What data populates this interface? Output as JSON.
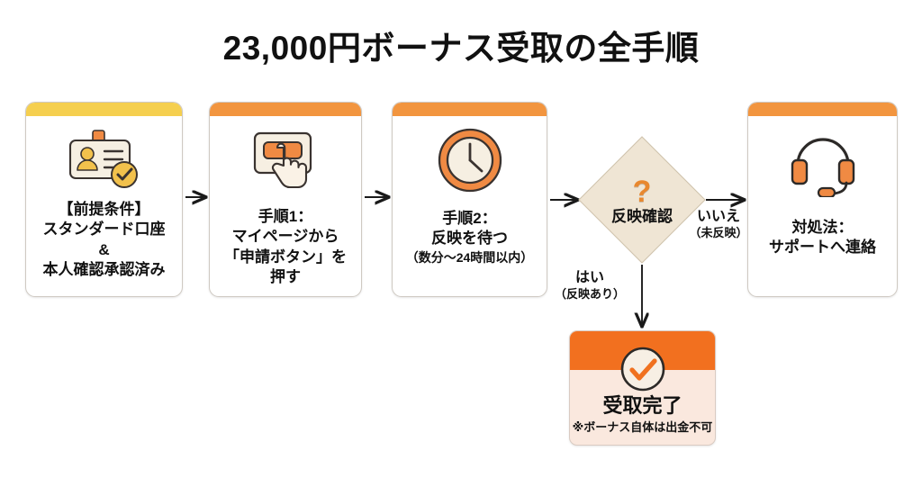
{
  "title": "23,000円ボーナス受取の全手順",
  "colors": {
    "accent_orange": "#f2953f",
    "accent_orange_strong": "#f2701f",
    "accent_yellow": "#f5cf4f",
    "diamond_fill": "#efe5d4",
    "complete_bg": "#fae8de",
    "text": "#111111",
    "card_border": "#cfc9c2",
    "arrow": "#1a1a1a"
  },
  "nodes": {
    "prereq": {
      "bar_color": "#f5cf4f",
      "icon": "id-card-verified-icon",
      "lines": [
        "【前提条件】",
        "スタンダード口座",
        "&",
        "本人確認承認済み"
      ]
    },
    "step1": {
      "bar_color": "#f2953f",
      "icon": "tap-button-icon",
      "lines": [
        "手順1：",
        "マイページから",
        "「申請ボタン」を",
        "押す"
      ]
    },
    "step2": {
      "bar_color": "#f2953f",
      "icon": "clock-icon",
      "lines": [
        "手順2：",
        "反映を待つ"
      ],
      "note": "（数分〜24時間以内）"
    },
    "decision": {
      "icon": "question-mark-icon",
      "question_glyph": "?",
      "label": "反映確認"
    },
    "support": {
      "bar_color": "#f2953f",
      "icon": "headset-icon",
      "lines": [
        "対処法：",
        "サポートへ連絡"
      ]
    },
    "complete": {
      "band_color": "#f2701f",
      "icon": "check-circle-icon",
      "title": "受取完了",
      "note": "※ボーナス自体は出金不可"
    }
  },
  "edges": {
    "yes": {
      "big": "はい",
      "sub": "（反映あり）"
    },
    "no": {
      "big": "いいえ",
      "sub": "（未反映）"
    }
  }
}
